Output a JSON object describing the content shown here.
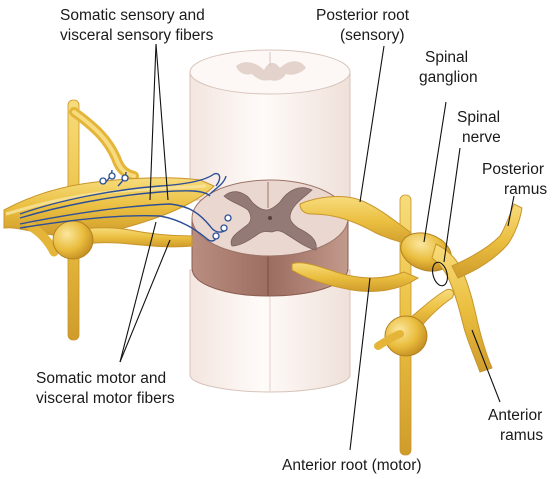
{
  "labels": {
    "somatic_sensory_line1": "Somatic sensory and",
    "somatic_sensory_line2": "visceral sensory fibers",
    "posterior_root_line1": "Posterior root",
    "posterior_root_line2": "(sensory)",
    "spinal_ganglion_line1": "Spinal",
    "spinal_ganglion_line2": "ganglion",
    "spinal_nerve_line1": "Spinal",
    "spinal_nerve_line2": "nerve",
    "posterior_ramus_line1": "Posterior",
    "posterior_ramus_line2": "ramus",
    "somatic_motor_line1": "Somatic motor and",
    "somatic_motor_line2": "visceral motor fibers",
    "anterior_ramus_line1": "Anterior",
    "anterior_ramus_line2": "ramus",
    "anterior_root": "Anterior root (motor)"
  },
  "colors": {
    "nerve_yellow": "#e9bc3c",
    "nerve_light": "#f6dc7e",
    "nerve_dark": "#c9952a",
    "cord_white": "#fbf5f1",
    "cord_outline": "#d9c7bf",
    "grey_matter": "#937874",
    "section_face": "#e8d5ce",
    "section_side": "#a67a6c",
    "fiber_blue": "#2c4f96"
  }
}
